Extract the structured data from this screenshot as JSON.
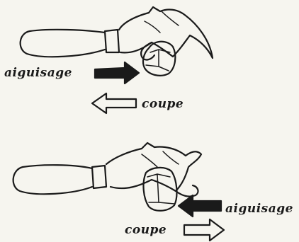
{
  "figure": {
    "top": {
      "sharpening_label": "aiguisage",
      "cutting_label": "coupe"
    },
    "bottom": {
      "sharpening_label": "aiguisage",
      "cutting_label": "coupe"
    }
  },
  "colors": {
    "ink": "#1a1a1a",
    "paper": "#f6f5ef"
  }
}
